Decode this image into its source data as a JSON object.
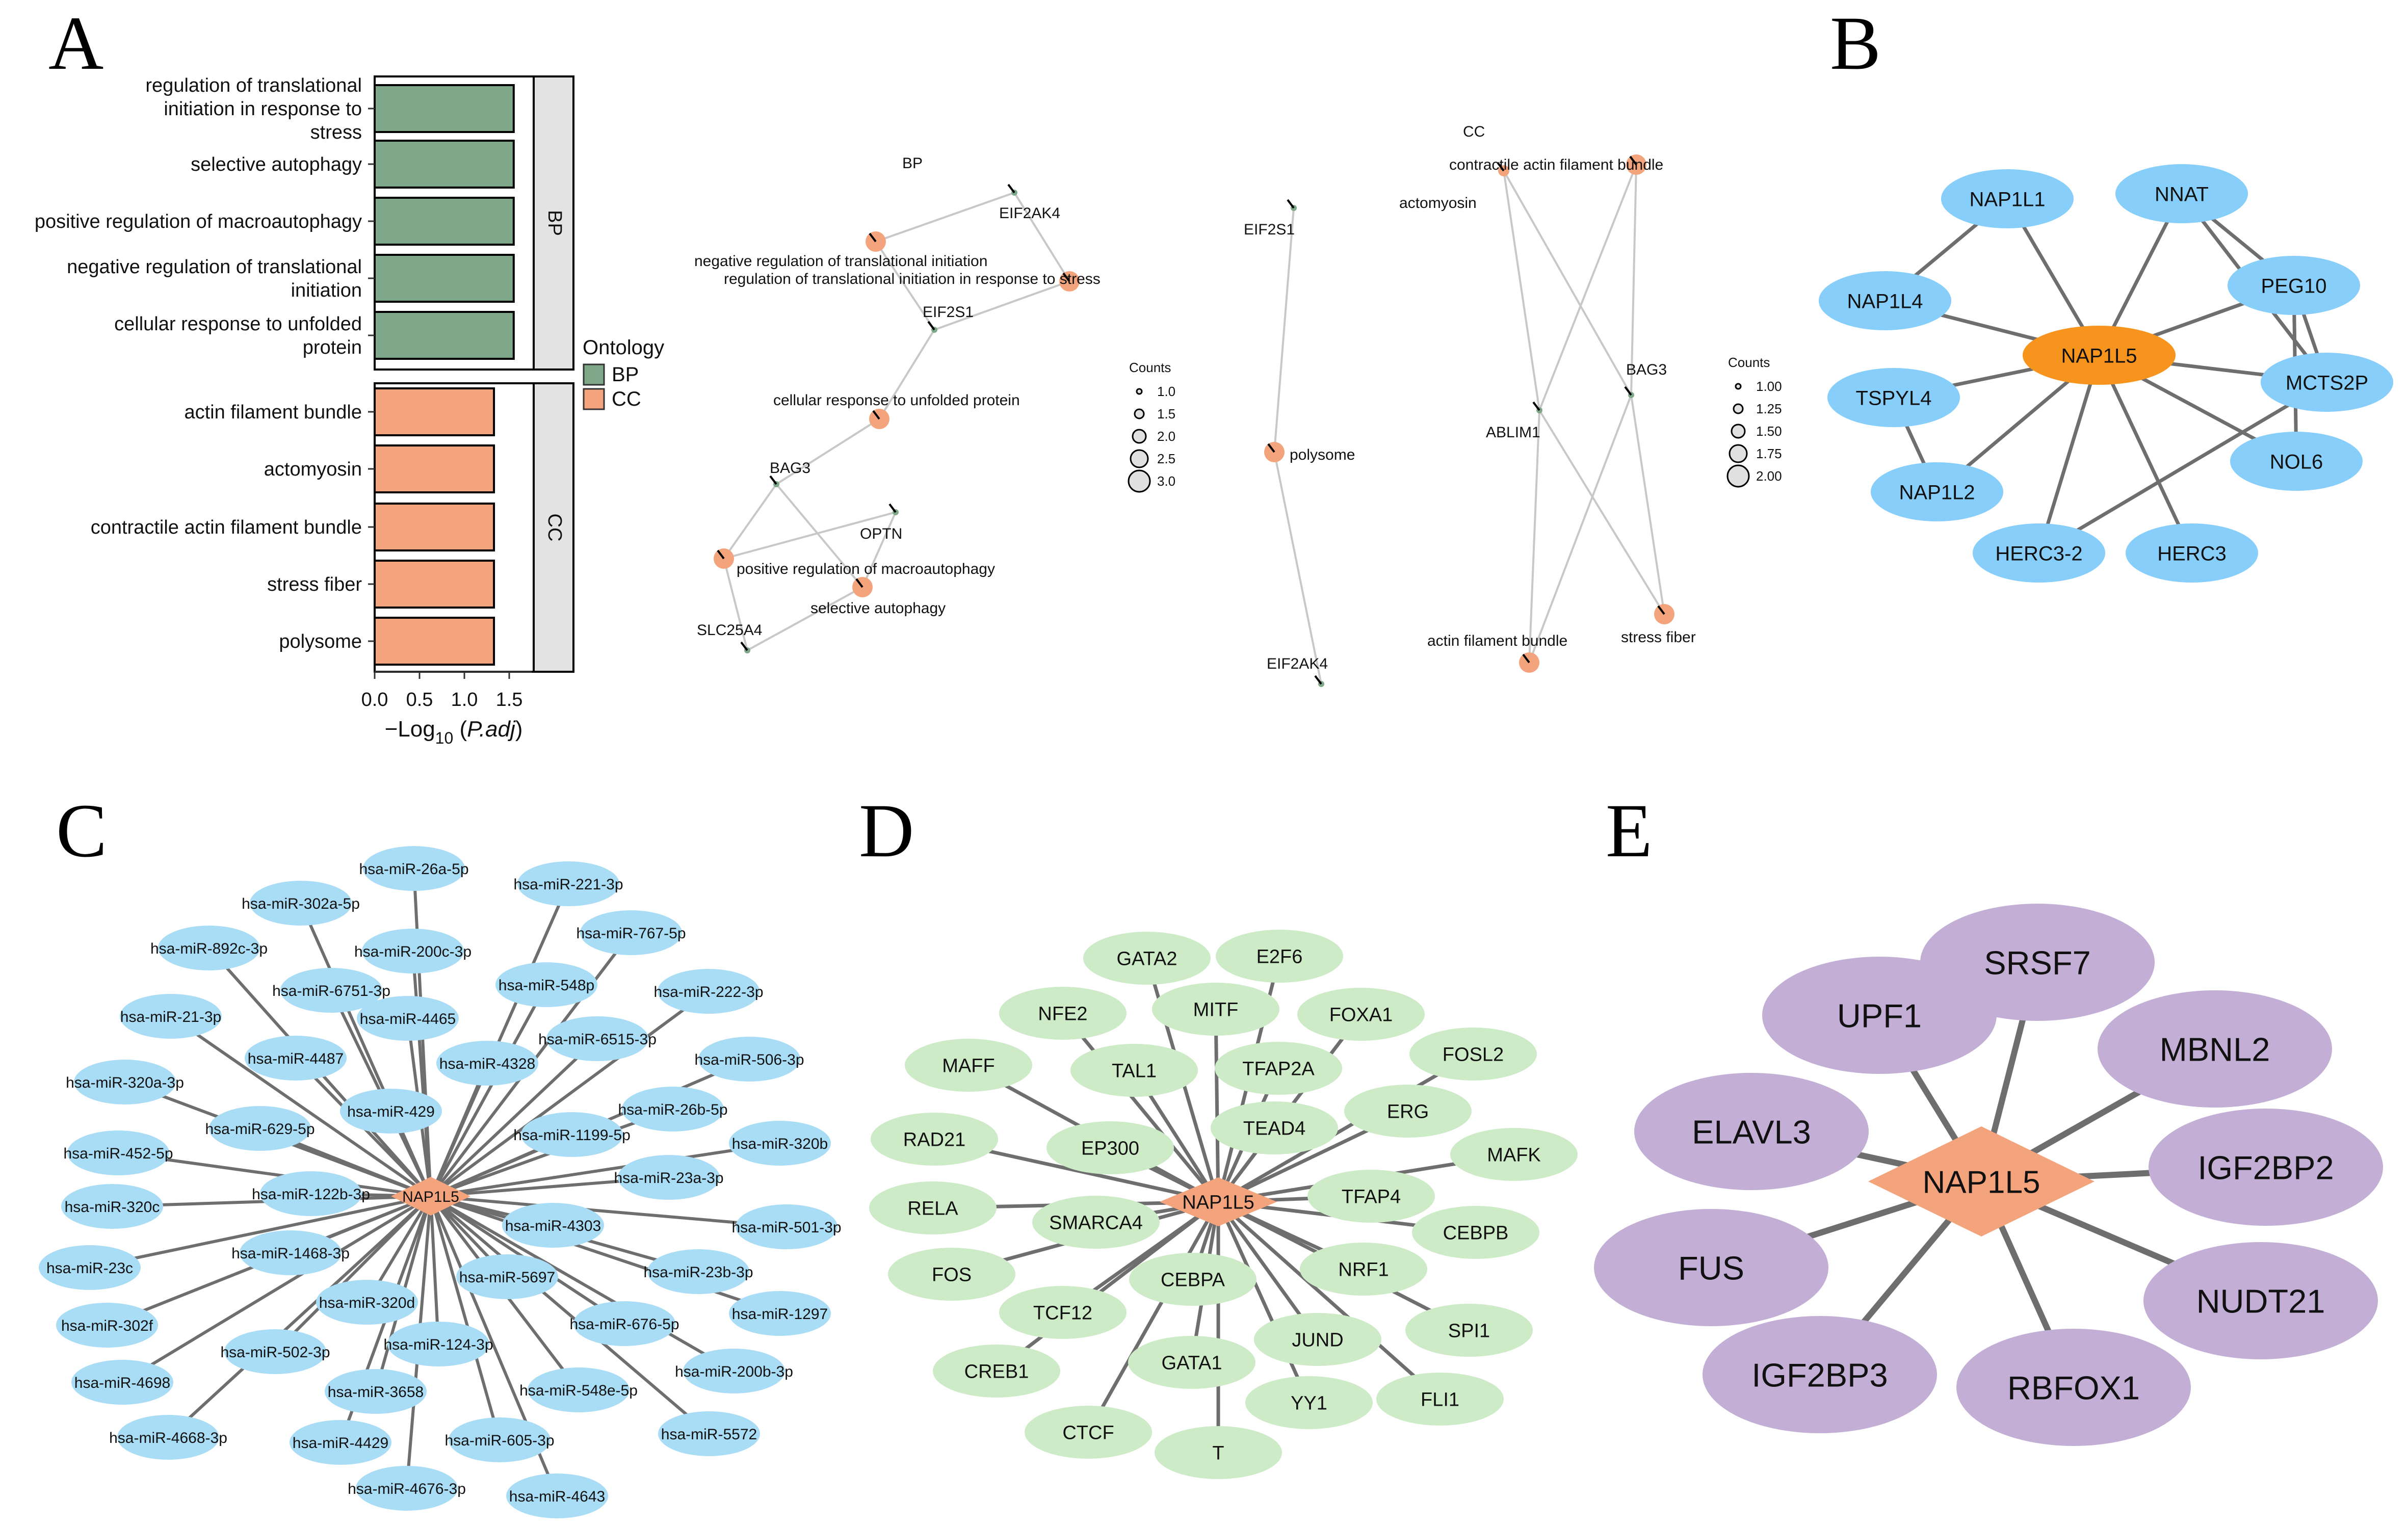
{
  "panels": {
    "A": {
      "letter": "A",
      "bar_chart": {
        "type": "bar",
        "orientation": "horizontal",
        "facets": [
          {
            "name": "BP",
            "color": "#7FA78A",
            "categories": [
              "regulation of translational initiation in response to stress",
              "selective autophagy",
              "positive regulation of macroautophagy",
              "negative regulation of translational initiation",
              "cellular response to unfolded protein"
            ],
            "values": [
              1.55,
              1.55,
              1.55,
              1.55,
              1.55
            ]
          },
          {
            "name": "CC",
            "color": "#F4A47C",
            "categories": [
              "actin filament bundle",
              "actomyosin",
              "contractile actin filament bundle",
              "stress fiber",
              "polysome"
            ],
            "values": [
              1.33,
              1.33,
              1.33,
              1.33,
              1.33
            ]
          }
        ],
        "xlabel_prefix": "−Log",
        "xlabel_sub": "10",
        "xlabel_italic": "P.adj",
        "xticks": [
          "0.0",
          "0.5",
          "1.0",
          "1.5"
        ],
        "xlim": [
          0,
          1.75
        ],
        "legend": {
          "title": "Ontology",
          "items": [
            {
              "label": "BP",
              "color": "#7FA78A"
            },
            {
              "label": "CC",
              "color": "#F4A47C"
            }
          ]
        }
      },
      "networks": [
        {
          "title": "BP",
          "nodes": [
            {
              "id": "EIF2AK4",
              "label": "EIF2AK4",
              "kind": "gene"
            },
            {
              "id": "neg",
              "label": "negative regulation of translational initiation",
              "kind": "term",
              "count": 2
            },
            {
              "id": "stress",
              "label": "regulation of translational initiation in response to stress",
              "kind": "term",
              "count": 2
            },
            {
              "id": "EIF2S1",
              "label": "EIF2S1",
              "kind": "gene"
            },
            {
              "id": "unfolded",
              "label": "cellular response to unfolded protein",
              "kind": "term",
              "count": 2
            },
            {
              "id": "BAG3",
              "label": "BAG3",
              "kind": "gene"
            },
            {
              "id": "OPTN",
              "label": "OPTN",
              "kind": "gene"
            },
            {
              "id": "macro",
              "label": "positive regulation of macroautophagy",
              "kind": "term",
              "count": 2
            },
            {
              "id": "selective",
              "label": "selective autophagy",
              "kind": "term",
              "count": 2
            },
            {
              "id": "SLC25A4",
              "label": "SLC25A4",
              "kind": "gene"
            }
          ],
          "edges": [
            [
              "EIF2AK4",
              "neg"
            ],
            [
              "EIF2AK4",
              "stress"
            ],
            [
              "stress",
              "EIF2S1"
            ],
            [
              "EIF2S1",
              "neg"
            ],
            [
              "EIF2S1",
              "unfolded"
            ],
            [
              "unfolded",
              "BAG3"
            ],
            [
              "BAG3",
              "macro"
            ],
            [
              "BAG3",
              "selective"
            ],
            [
              "OPTN",
              "macro"
            ],
            [
              "OPTN",
              "selective"
            ],
            [
              "macro",
              "SLC25A4"
            ],
            [
              "selective",
              "SLC25A4"
            ]
          ],
          "legend": {
            "title": "Counts",
            "labels": [
              "1.0",
              "1.5",
              "2.0",
              "2.5",
              "3.0"
            ]
          }
        },
        {
          "title": "",
          "nodes": [
            {
              "id": "EIF2S1",
              "label": "EIF2S1",
              "kind": "gene"
            },
            {
              "id": "polysome",
              "label": "polysome",
              "kind": "term",
              "count": 2
            },
            {
              "id": "EIF2AK4",
              "label": "EIF2AK4",
              "kind": "gene"
            }
          ],
          "edges": [
            [
              "EIF2S1",
              "polysome"
            ],
            [
              "polysome",
              "EIF2AK4"
            ]
          ]
        },
        {
          "title": "CC",
          "nodes": [
            {
              "id": "actomyosin",
              "label": "actomyosin",
              "kind": "term",
              "count": 1
            },
            {
              "id": "cafb",
              "label": "contractile actin filament bundle",
              "kind": "term",
              "count": 2
            },
            {
              "id": "BAG3",
              "label": "BAG3",
              "kind": "gene"
            },
            {
              "id": "ABLIM1",
              "label": "ABLIM1",
              "kind": "gene"
            },
            {
              "id": "afb",
              "label": "actin filament bundle",
              "kind": "term",
              "count": 2
            },
            {
              "id": "sf",
              "label": "stress fiber",
              "kind": "term",
              "count": 2
            }
          ],
          "edges": [
            [
              "actomyosin",
              "ABLIM1"
            ],
            [
              "actomyosin",
              "BAG3"
            ],
            [
              "cafb",
              "ABLIM1"
            ],
            [
              "cafb",
              "BAG3"
            ],
            [
              "ABLIM1",
              "afb"
            ],
            [
              "ABLIM1",
              "sf"
            ],
            [
              "BAG3",
              "afb"
            ],
            [
              "BAG3",
              "sf"
            ]
          ],
          "legend": {
            "title": "Counts",
            "labels": [
              "1.00",
              "1.25",
              "1.50",
              "1.75",
              "2.00"
            ]
          }
        }
      ]
    },
    "B": {
      "letter": "B",
      "hub": "NAP1L5",
      "hub_color": "#F7941D",
      "node_color": "#87CEFA",
      "nodes": [
        "NAP1L1",
        "NNAT",
        "PEG10",
        "MCTS2P",
        "NOL6",
        "HERC3",
        "HERC3-2",
        "NAP1L2",
        "TSPYL4",
        "NAP1L4"
      ],
      "extra_edges": [
        [
          "NAP1L1",
          "NAP1L4"
        ],
        [
          "NNAT",
          "PEG10"
        ],
        [
          "NNAT",
          "MCTS2P"
        ],
        [
          "PEG10",
          "MCTS2P"
        ],
        [
          "PEG10",
          "NOL6"
        ],
        [
          "MCTS2P",
          "HERC3-2"
        ],
        [
          "TSPYL4",
          "NAP1L2"
        ]
      ]
    },
    "C": {
      "letter": "C",
      "hub": "NAP1L5",
      "hub_color": "#F4A47C",
      "node_color": "#A9DCF5",
      "nodes": [
        "hsa-miR-26a-5p",
        "hsa-miR-221-3p",
        "hsa-miR-302a-5p",
        "hsa-miR-767-5p",
        "hsa-miR-892c-3p",
        "hsa-miR-200c-3p",
        "hsa-miR-6751-3p",
        "hsa-miR-548p",
        "hsa-miR-222-3p",
        "hsa-miR-21-3p",
        "hsa-miR-4465",
        "hsa-miR-6515-3p",
        "hsa-miR-4487",
        "hsa-miR-4328",
        "hsa-miR-506-3p",
        "hsa-miR-320a-3p",
        "hsa-miR-429",
        "hsa-miR-26b-5p",
        "hsa-miR-629-5p",
        "hsa-miR-1199-5p",
        "hsa-miR-320b",
        "hsa-miR-452-5p",
        "hsa-miR-23a-3p",
        "hsa-miR-122b-3p",
        "hsa-miR-320c",
        "hsa-miR-4303",
        "hsa-miR-501-3p",
        "hsa-miR-1468-3p",
        "hsa-miR-23c",
        "hsa-miR-5697",
        "hsa-miR-23b-3p",
        "hsa-miR-320d",
        "hsa-miR-1297",
        "hsa-miR-302f",
        "hsa-miR-676-5p",
        "hsa-miR-124-3p",
        "hsa-miR-502-3p",
        "hsa-miR-200b-3p",
        "hsa-miR-4698",
        "hsa-miR-3658",
        "hsa-miR-548e-5p",
        "hsa-miR-4668-3p",
        "hsa-miR-4429",
        "hsa-miR-605-3p",
        "hsa-miR-5572",
        "hsa-miR-4676-3p",
        "hsa-miR-4643"
      ]
    },
    "D": {
      "letter": "D",
      "hub": "NAP1L5",
      "hub_color": "#F4A47C",
      "node_color": "#CDEBC7",
      "nodes": [
        "GATA2",
        "E2F6",
        "NFE2",
        "MITF",
        "FOXA1",
        "MAFF",
        "TAL1",
        "TFAP2A",
        "FOSL2",
        "ERG",
        "RAD21",
        "EP300",
        "TEAD4",
        "MAFK",
        "RELA",
        "TFAP4",
        "SMARCA4",
        "CEBPB",
        "FOS",
        "NRF1",
        "CEBPA",
        "TCF12",
        "SPI1",
        "JUND",
        "CREB1",
        "GATA1",
        "YY1",
        "FLI1",
        "CTCF",
        "T"
      ]
    },
    "E": {
      "letter": "E",
      "hub": "NAP1L5",
      "hub_color": "#F4A47C",
      "node_color": "#C3AED6",
      "nodes": [
        "SRSF7",
        "UPF1",
        "MBNL2",
        "ELAVL3",
        "IGF2BP2",
        "FUS",
        "NUDT21",
        "IGF2BP3",
        "RBFOX1"
      ]
    }
  }
}
